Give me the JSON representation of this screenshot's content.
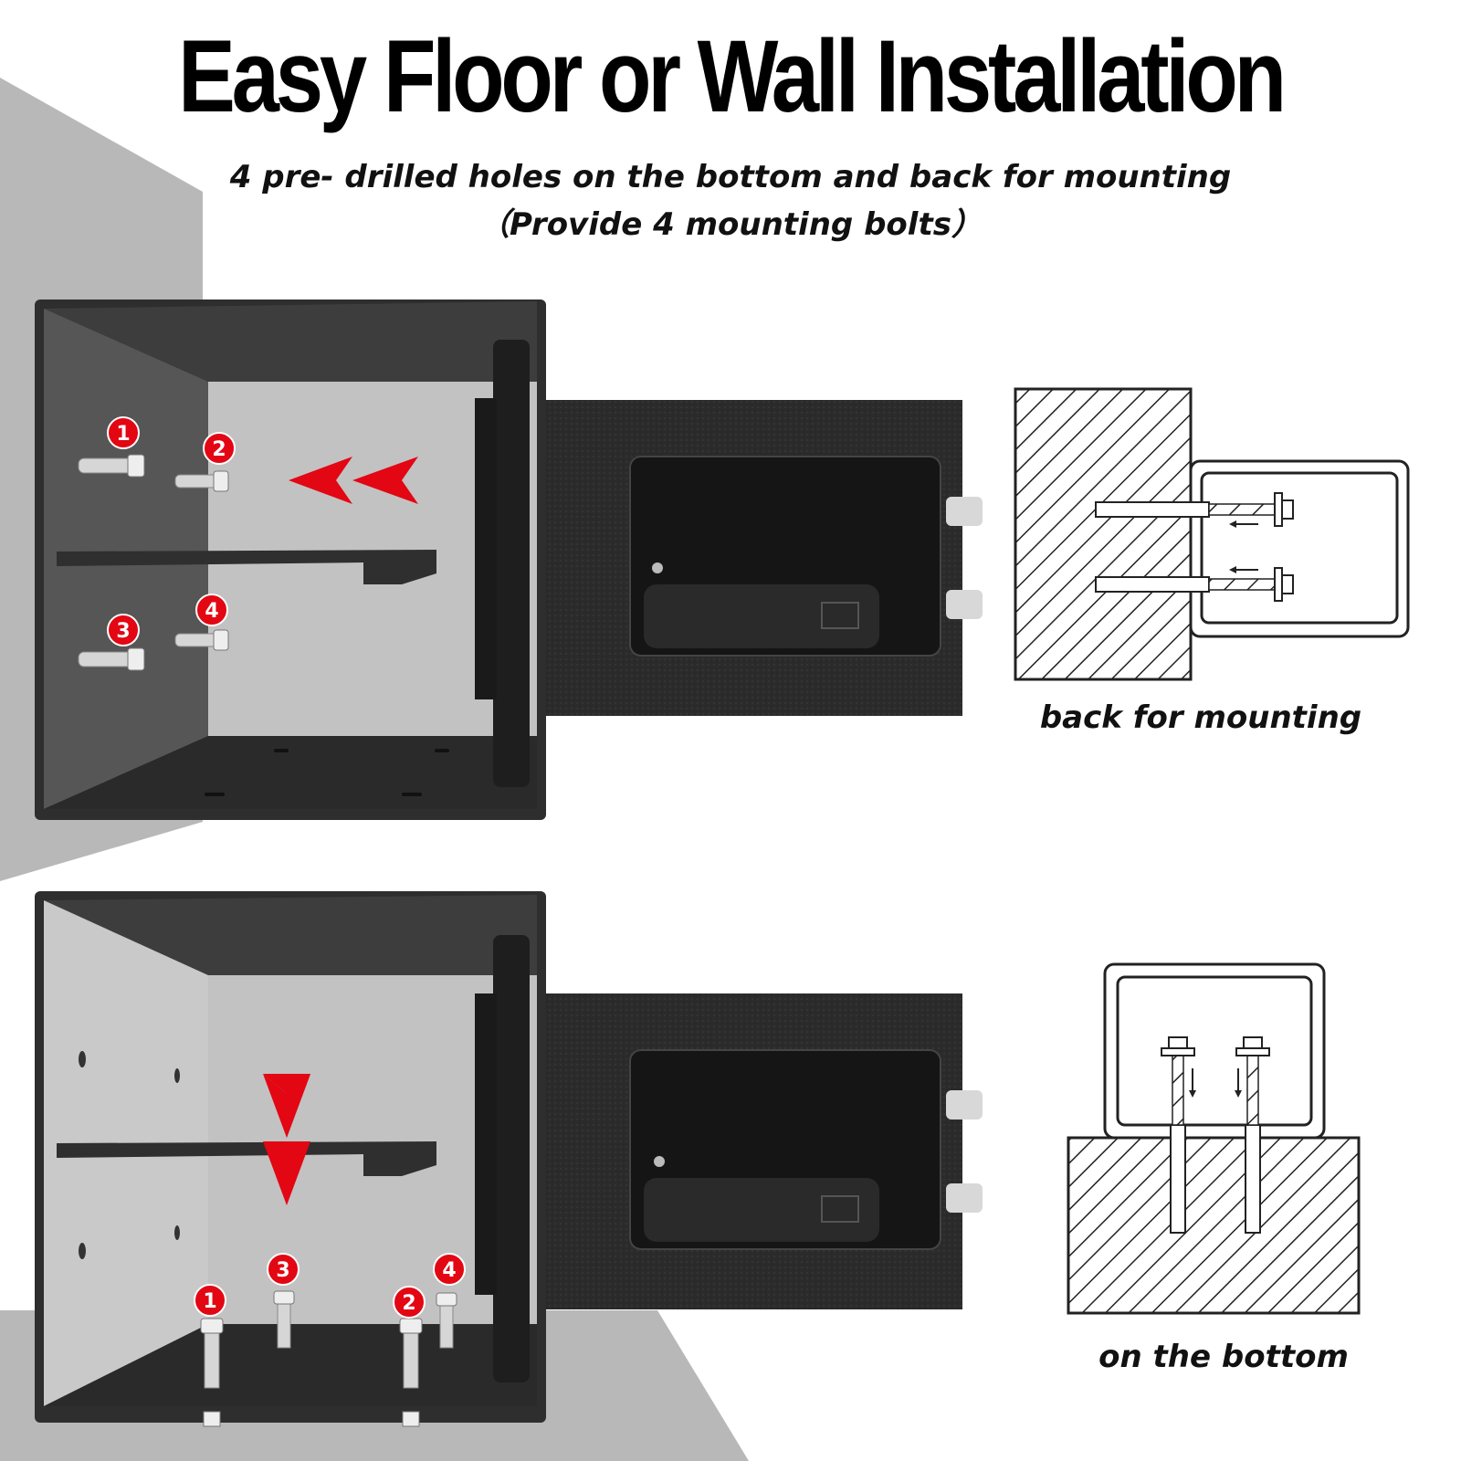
{
  "header": {
    "title": "Easy Floor or Wall Installation",
    "subtitle_line1": "4 pre- drilled holes on the bottom and back for mounting",
    "subtitle_line2": "（Provide 4 mounting bolts）"
  },
  "panels": {
    "back": {
      "caption": "back for mounting",
      "badges": [
        "1",
        "2",
        "3",
        "4"
      ]
    },
    "bottom": {
      "caption": "on the bottom",
      "badges": [
        "1",
        "3",
        "2",
        "4"
      ]
    }
  },
  "colors": {
    "accent_red": "#e30613",
    "safe_dark": "#2a2a2a",
    "interior_light": "#bfbfbf",
    "wall_gray": "#b8b8b8"
  },
  "icons": [
    "red-arrow-left-icon",
    "red-arrow-down-icon",
    "bolt-icon",
    "hatched-wall-icon",
    "hatched-floor-icon"
  ]
}
